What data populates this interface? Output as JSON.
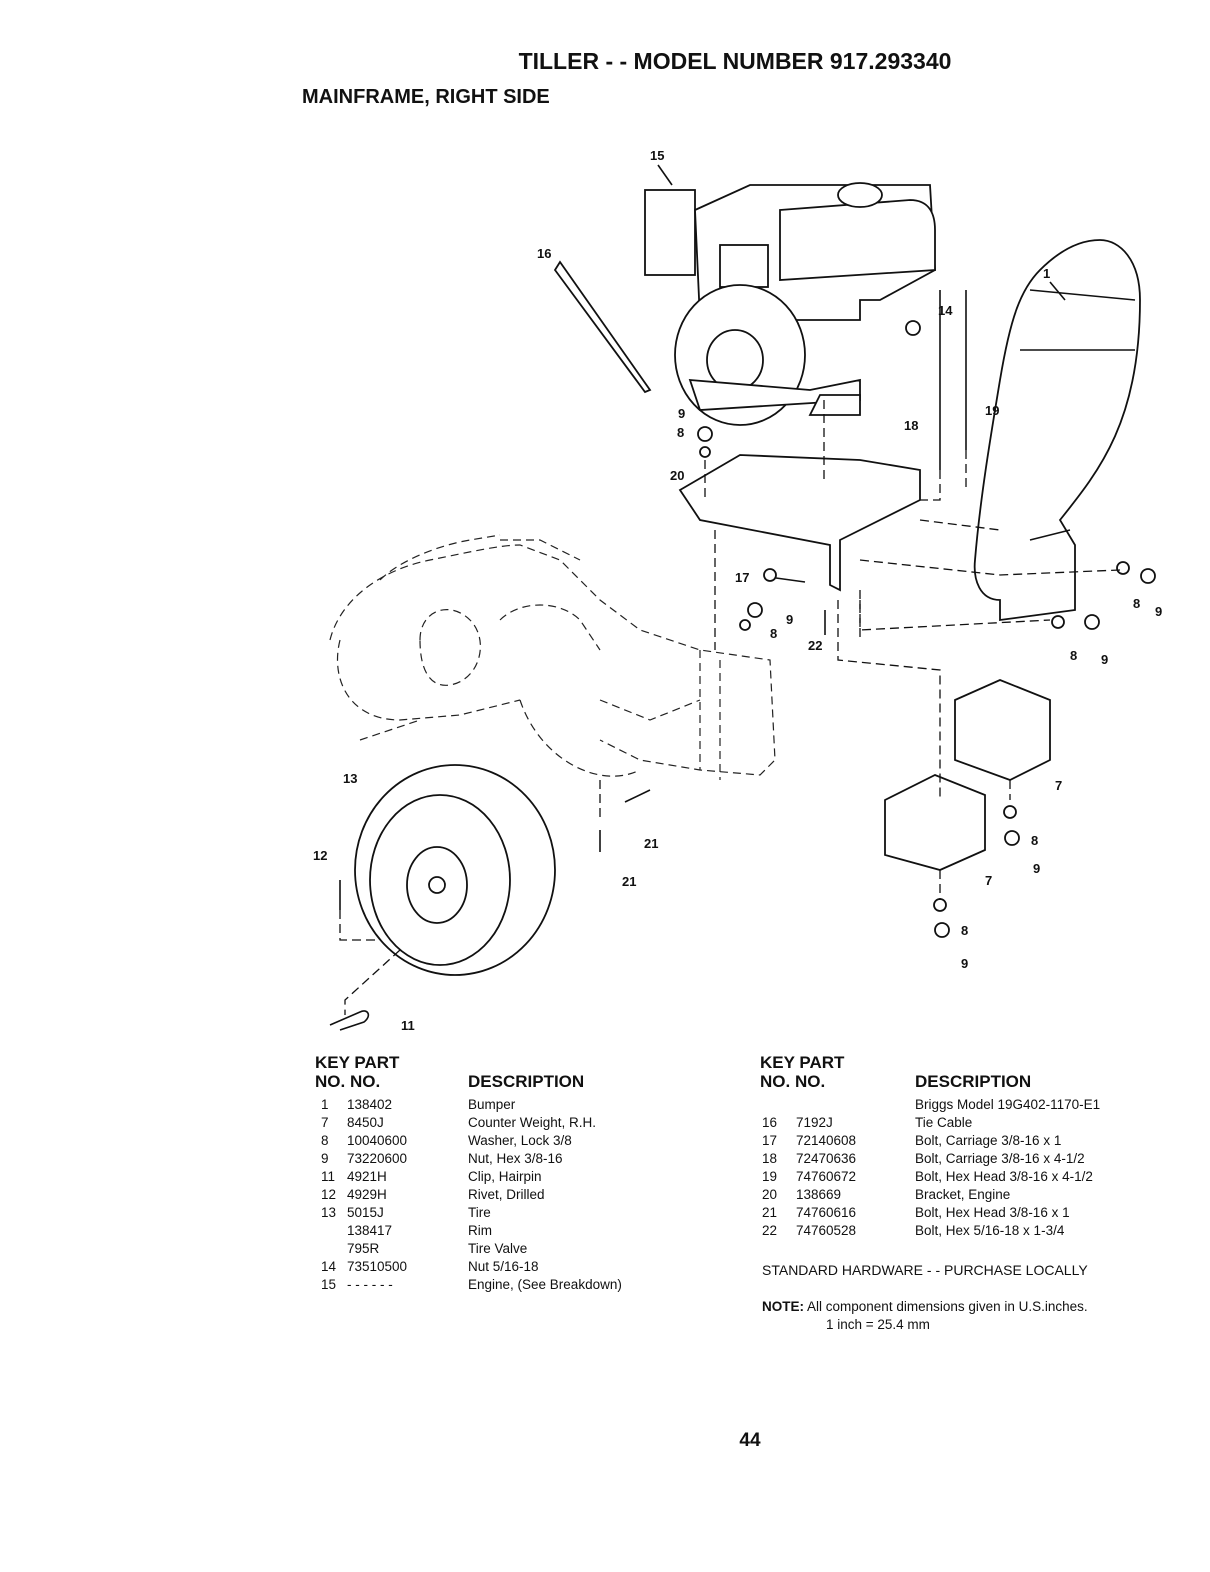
{
  "header": {
    "title": "TILLER - - MODEL NUMBER 917.293340",
    "subtitle": "MAINFRAME, RIGHT SIDE"
  },
  "callouts": [
    "15",
    "1",
    "14",
    "16",
    "9",
    "8",
    "18",
    "19",
    "20",
    "17",
    "9",
    "8",
    "22",
    "8",
    "9",
    "8",
    "9",
    "7",
    "13",
    "21",
    "21",
    "7",
    "8",
    "9",
    "12",
    "8",
    "9",
    "11"
  ],
  "parts_table": {
    "headers": {
      "key_part": "KEY PART",
      "no_no": "NO.  NO.",
      "description": "DESCRIPTION"
    },
    "left_rows": [
      {
        "key": "1",
        "part": "138402",
        "desc": "Bumper"
      },
      {
        "key": "7",
        "part": "8450J",
        "desc": "Counter Weight, R.H."
      },
      {
        "key": "8",
        "part": "10040600",
        "desc": "Washer, Lock  3/8"
      },
      {
        "key": "9",
        "part": "73220600",
        "desc": "Nut, Hex  3/8-16"
      },
      {
        "key": "11",
        "part": "4921H",
        "desc": "Clip, Hairpin"
      },
      {
        "key": "12",
        "part": "4929H",
        "desc": "Rivet, Drilled"
      },
      {
        "key": "13",
        "part": "5015J",
        "desc": "Tire"
      },
      {
        "key": "",
        "part": "138417",
        "desc": "Rim"
      },
      {
        "key": "",
        "part": "795R",
        "desc": "Tire Valve"
      },
      {
        "key": "14",
        "part": "73510500",
        "desc": "Nut  5/16-18"
      },
      {
        "key": "15",
        "part": "- - - - - -",
        "desc": "Engine, (See Breakdown)"
      }
    ],
    "right_rows": [
      {
        "key": "",
        "part": "",
        "desc": "Briggs Model 19G402-1170-E1"
      },
      {
        "key": "16",
        "part": "7192J",
        "desc": "Tie Cable"
      },
      {
        "key": "17",
        "part": "72140608",
        "desc": "Bolt, Carriage 3/8-16 x 1"
      },
      {
        "key": "18",
        "part": "72470636",
        "desc": "Bolt, Carriage 3/8-16 x 4-1/2"
      },
      {
        "key": "19",
        "part": "74760672",
        "desc": "Bolt, Hex Head 3/8-16 x 4-1/2"
      },
      {
        "key": "20",
        "part": "138669",
        "desc": "Bracket, Engine"
      },
      {
        "key": "21",
        "part": "74760616",
        "desc": "Bolt, Hex  Head 3/8-16 x 1"
      },
      {
        "key": "22",
        "part": "74760528",
        "desc": "Bolt, Hex  5/16-18 x 1-3/4"
      }
    ]
  },
  "standard_hardware": "STANDARD HARDWARE - - PURCHASE LOCALLY",
  "note": {
    "label": "NOTE:",
    "line1": "All component dimensions given in U.S.inches.",
    "line2": "1 inch = 25.4 mm"
  },
  "page_number": "44"
}
